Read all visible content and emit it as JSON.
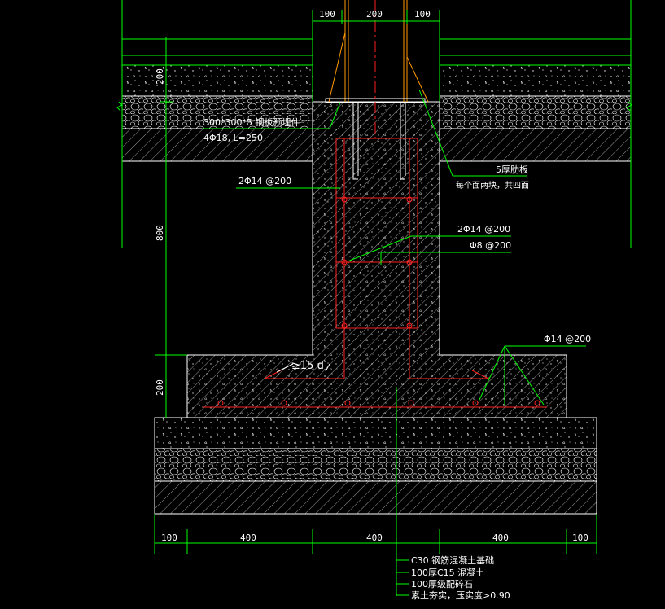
{
  "dimensions": {
    "top": [
      "100",
      "200",
      "100"
    ],
    "bottom": [
      "100",
      "400",
      "400",
      "400",
      "100"
    ],
    "left_upper": "200",
    "left_middle": "800",
    "left_lower": "200"
  },
  "labels": {
    "embedded_plate": "300*300*5 钢板预埋件",
    "anchor_bars": "4Φ18, L=250",
    "rib_plate": "5厚肋板",
    "rib_note": "每个面两块，共四面",
    "rebar_stem_left": "2Φ14 @200",
    "rebar_stem_right": "2Φ14 @200",
    "stirrup": "Φ8 @200",
    "rebar_footing": "Φ14 @200",
    "anchorage": "≥15 d"
  },
  "legend": [
    "C30 钢筋混凝土基础",
    "100厚C15 混凝土",
    "100厚级配碎石",
    "素土夯实，压实度>0.90"
  ],
  "colors": {
    "background": "#000000",
    "outline": "#ffffff",
    "dimension": "#00ff00",
    "rebar": "#ff2020",
    "column": "#ff9900",
    "centerline": "#ff2020"
  }
}
